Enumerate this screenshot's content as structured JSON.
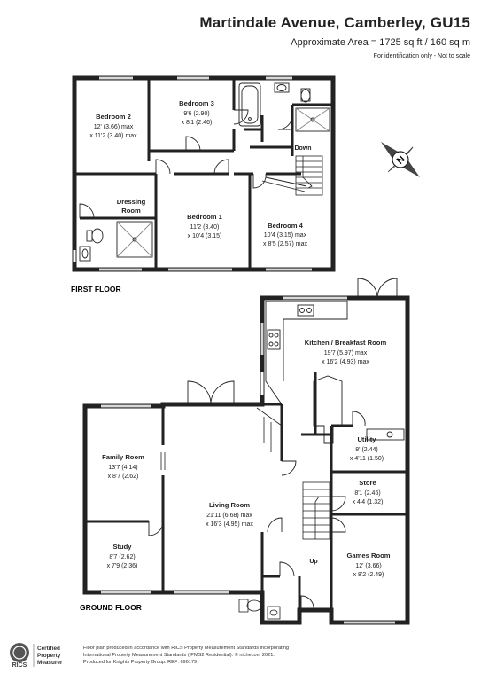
{
  "header": {
    "title": "Martindale Avenue, Camberley, GU15",
    "area": "Approximate Area = 1725 sq ft / 160 sq m",
    "note": "For identification only - Not to scale"
  },
  "compass": {
    "letter": "N"
  },
  "floors": {
    "first": "FIRST FLOOR",
    "ground": "GROUND FLOOR"
  },
  "rooms": {
    "bedroom2": {
      "name": "Bedroom 2",
      "dim1": "12' (3.66) max",
      "dim2": "x 11'2 (3.40) max"
    },
    "bedroom3": {
      "name": "Bedroom 3",
      "dim1": "9'6 (2.90)",
      "dim2": "x 8'1 (2.46)"
    },
    "dressing": {
      "name1": "Dressing",
      "name2": "Room"
    },
    "bedroom1": {
      "name": "Bedroom 1",
      "dim1": "11'2 (3.40)",
      "dim2": "x 10'4 (3.15)"
    },
    "bedroom4": {
      "name": "Bedroom 4",
      "dim1": "10'4 (3.15) max",
      "dim2": "x 8'5 (2.57) max"
    },
    "kitchen": {
      "name": "Kitchen / Breakfast Room",
      "dim1": "19'7 (5.97) max",
      "dim2": "x 16'2 (4.93) max"
    },
    "utility": {
      "name": "Utility",
      "dim1": "8' (2.44)",
      "dim2": "x 4'11 (1.50)"
    },
    "family": {
      "name": "Family Room",
      "dim1": "13'7 (4.14)",
      "dim2": "x 8'7 (2.62)"
    },
    "store": {
      "name": "Store",
      "dim1": "8'1 (2.46)",
      "dim2": "x 4'4 (1.32)"
    },
    "living": {
      "name": "Living Room",
      "dim1": "21'11 (6.68) max",
      "dim2": "x 16'3 (4.95) max"
    },
    "study": {
      "name": "Study",
      "dim1": "8'7 (2.62)",
      "dim2": "x 7'9 (2.36)"
    },
    "games": {
      "name": "Games Room",
      "dim1": "12' (3.66)",
      "dim2": "x 8'2 (2.49)"
    }
  },
  "stairs": {
    "down": "Down",
    "up": "Up"
  },
  "footer": {
    "logo_line1": "Certified",
    "logo_line2": "Property",
    "logo_line3": "Measurer",
    "logo_brand": "RICS",
    "line1": "Floor plan produced in accordance with RICS Property Measurement Standards incorporating",
    "line2": "International Property Measurement Standards (IPMS2 Residential).  © nichecom 2021.",
    "line3": "Produced for Knights Property Group.   REF:  696179"
  }
}
